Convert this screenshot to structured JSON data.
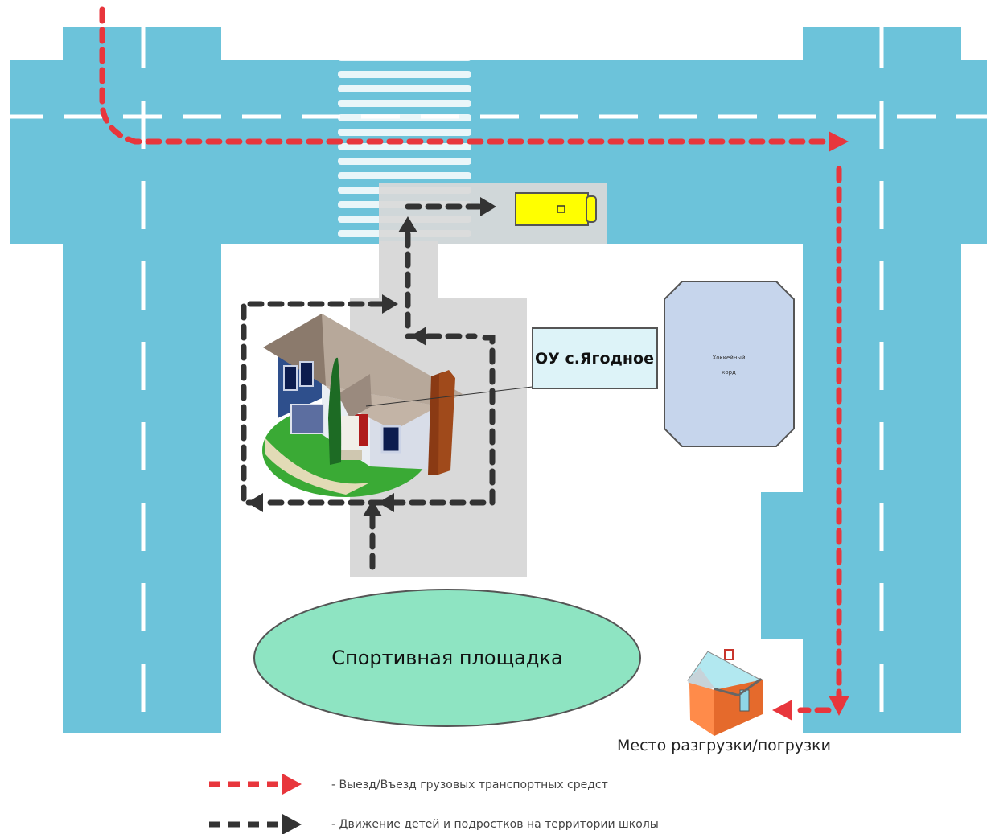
{
  "labels": {
    "school": "ОУ с.Ягодное",
    "hockey": [
      "Хоккейный",
      "корд"
    ],
    "sport_ground": "Спортивная площадка",
    "unload_place": "Место разгрузки/погрузки"
  },
  "legend": {
    "items": [
      {
        "text": "- Выезд/Въезд грузовых транспортных средст",
        "color": "#e8363c"
      },
      {
        "text": "- Движение детей и подростков на территории школы",
        "color": "#333333"
      }
    ]
  },
  "colors": {
    "road": "#6cc3da",
    "sidewalk": "#d9d9d9",
    "truck_route": "#e8363c",
    "children_route": "#333333",
    "sport_ground": "#8ee4c2",
    "hockey": "#c6d5ec",
    "bus": "#ffff00"
  }
}
